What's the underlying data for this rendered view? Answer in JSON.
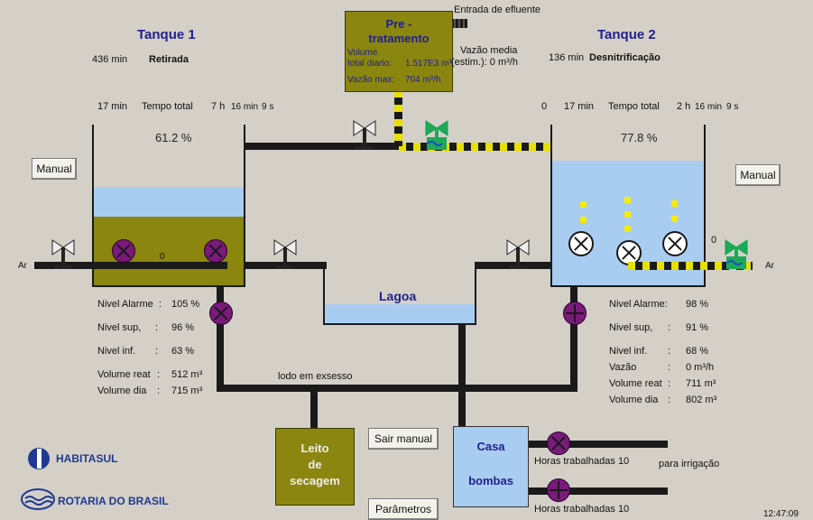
{
  "pretreatment": {
    "title_line1": "Pre -",
    "title_line2": "tratamento",
    "volume_label": "Volume",
    "total_label": "total diario:",
    "total_value": "1.517E3 m³",
    "max_label": "Vazão max:",
    "max_value": "704 m³/h"
  },
  "inlet": {
    "label": "Entrada de efluente",
    "flow_label": "Vazão media",
    "flow_value": "(estim.): 0 m³/h"
  },
  "tank1": {
    "title": "Tanque 1",
    "phase_time": "436 min",
    "phase": "Retirada",
    "elapsed": "17 min",
    "total_label": "Tempo total",
    "total_h": "7 h",
    "total_min": "16 min",
    "total_s": "9 s",
    "level_pct": "61.2 %",
    "mode_button": "Manual",
    "zero": "0",
    "alarm_label": "Nivel Alarme",
    "alarm_sep": ":",
    "alarm_value": "105 %",
    "sup_label": "Nivel sup,",
    "sup_sep": ":",
    "sup_value": "96 %",
    "inf_label": "Nivel inf.",
    "inf_sep": ":",
    "inf_value": "63 %",
    "vol_reat_label": "Volume reat",
    "vol_reat_sep": ":",
    "vol_reat_value": "512 m³",
    "vol_dia_label": "Volume dia",
    "vol_dia_sep": ":",
    "vol_dia_value": "715 m³",
    "fill_fraction": 0.612
  },
  "tank2": {
    "title": "Tanque 2",
    "phase_time": "136 min",
    "phase": "Desnitrificação",
    "zero_top": "0",
    "elapsed": "17 min",
    "total_label": "Tempo total",
    "total_h": "2 h",
    "total_min": "16 min",
    "total_s": "9 s",
    "level_pct": "77.8 %",
    "mode_button": "Manual",
    "zero_right": "0",
    "alarm_label": "Nivel Alarme:",
    "alarm_value": "98 %",
    "sup_label": "Nivel sup,",
    "sup_sep": ":",
    "sup_value": "91 %",
    "inf_label": "Nivel inf.",
    "inf_sep": ":",
    "inf_value": "68 %",
    "flow_label": "Vazão",
    "flow_sep": ":",
    "flow_value": "0 m³/h",
    "vol_reat_label": "Volume reat",
    "vol_reat_sep": ":",
    "vol_reat_value": "711 m³",
    "vol_dia_label": "Volume dia",
    "vol_dia_sep": ":",
    "vol_dia_value": "802 m³",
    "fill_fraction": 0.778
  },
  "air_left": "Ar",
  "air_right": "Ar",
  "lagoon": {
    "title": "Lagoa"
  },
  "excess_sludge": "lodo em exsesso",
  "drying_bed": {
    "line1": "Leito",
    "line2": "de",
    "line3": "secagem"
  },
  "pump_house": {
    "line1": "Casa",
    "line2": "bombas"
  },
  "buttons": {
    "exit_manual": "Sair manual",
    "parameters": "Parâmetros"
  },
  "pumps": {
    "hours1": "Horas trabalhadas 10",
    "irrigation": "para irrigação",
    "hours2": "Horas trabalhadas 10"
  },
  "logos": {
    "habitasul": "HABITASUL",
    "rotaria": "ROTARIA DO BRASIL"
  },
  "clock": "12:47:09",
  "colors": {
    "background": "#d4d0c8",
    "water": "#a9cdf0",
    "sludge": "#8a8610",
    "active_valve": "#1fa85a",
    "pump": "#7a1a7a",
    "title": "#1f1f8f",
    "aeration": "#f5ec00"
  }
}
